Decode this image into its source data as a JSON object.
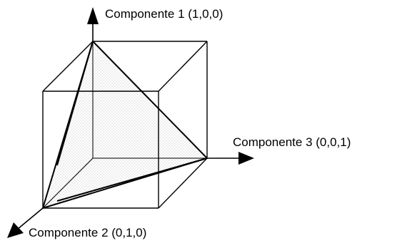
{
  "labels": {
    "component1": "Componente 1 (1,0,0)",
    "component2": "Componente 2 (0,1,0)",
    "component3": "Componente 3 (0,0,1)"
  },
  "colors": {
    "line": "#000000",
    "fill": "#d9d9d9",
    "background": "#ffffff"
  }
}
